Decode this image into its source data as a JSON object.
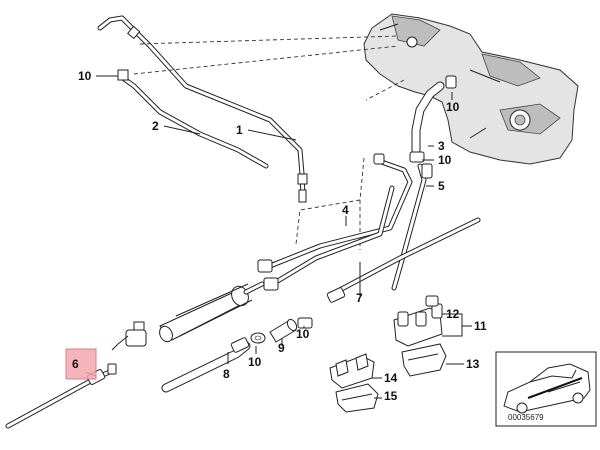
{
  "callouts": {
    "c1": "1",
    "c2": "2",
    "c3": "3",
    "c4": "4",
    "c5": "5",
    "c6": "6",
    "c7": "7",
    "c8": "8",
    "c9": "9",
    "c10a": "10",
    "c10b": "10",
    "c10c": "10",
    "c10d": "10",
    "c10e": "10",
    "c11": "11",
    "c12": "12",
    "c13": "13",
    "c14": "14",
    "c15": "15"
  },
  "highlight_color": "#f4a6ae",
  "diagram_id": "00035679"
}
